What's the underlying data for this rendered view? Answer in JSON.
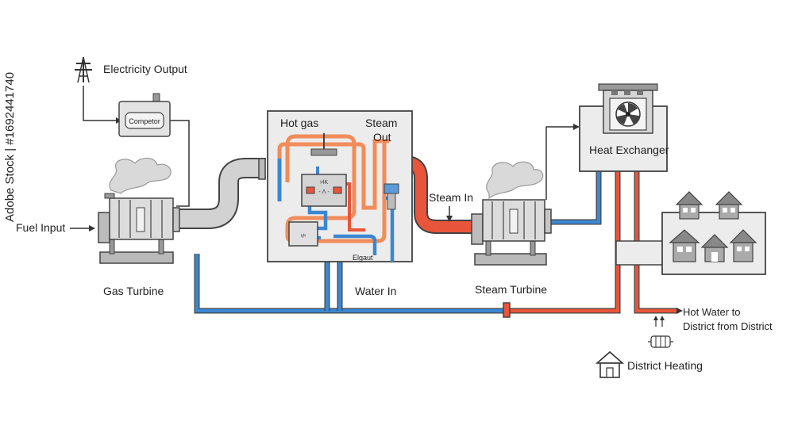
{
  "labels": {
    "electricity_output": "Electricity Output",
    "competor": "Competor",
    "fuel_input": "Fuel Input",
    "gas_turbine": "Gas Turbine",
    "hot_gas": "Hot gas",
    "steam_out_line1": "Steam",
    "steam_out_line2": "Out",
    "elgaut": "Elgaut",
    "water_in": "Water In",
    "steam_in": "Steam In",
    "steam_turbine": "Steam Turbine",
    "heat_exchanger": "Heat Exchanger",
    "hot_water_line1": "Hot Water to",
    "hot_water_line2": "District from District",
    "district_heating": "District Heating"
  },
  "watermark": {
    "side_text": "Adobe Stock | #1692441740"
  },
  "colors": {
    "hot": "#e8553a",
    "hot_light": "#f28c5a",
    "cold": "#3c87d2",
    "pipe_gray": "#cfcfcf",
    "outline": "#444444",
    "panel": "#ececec"
  }
}
